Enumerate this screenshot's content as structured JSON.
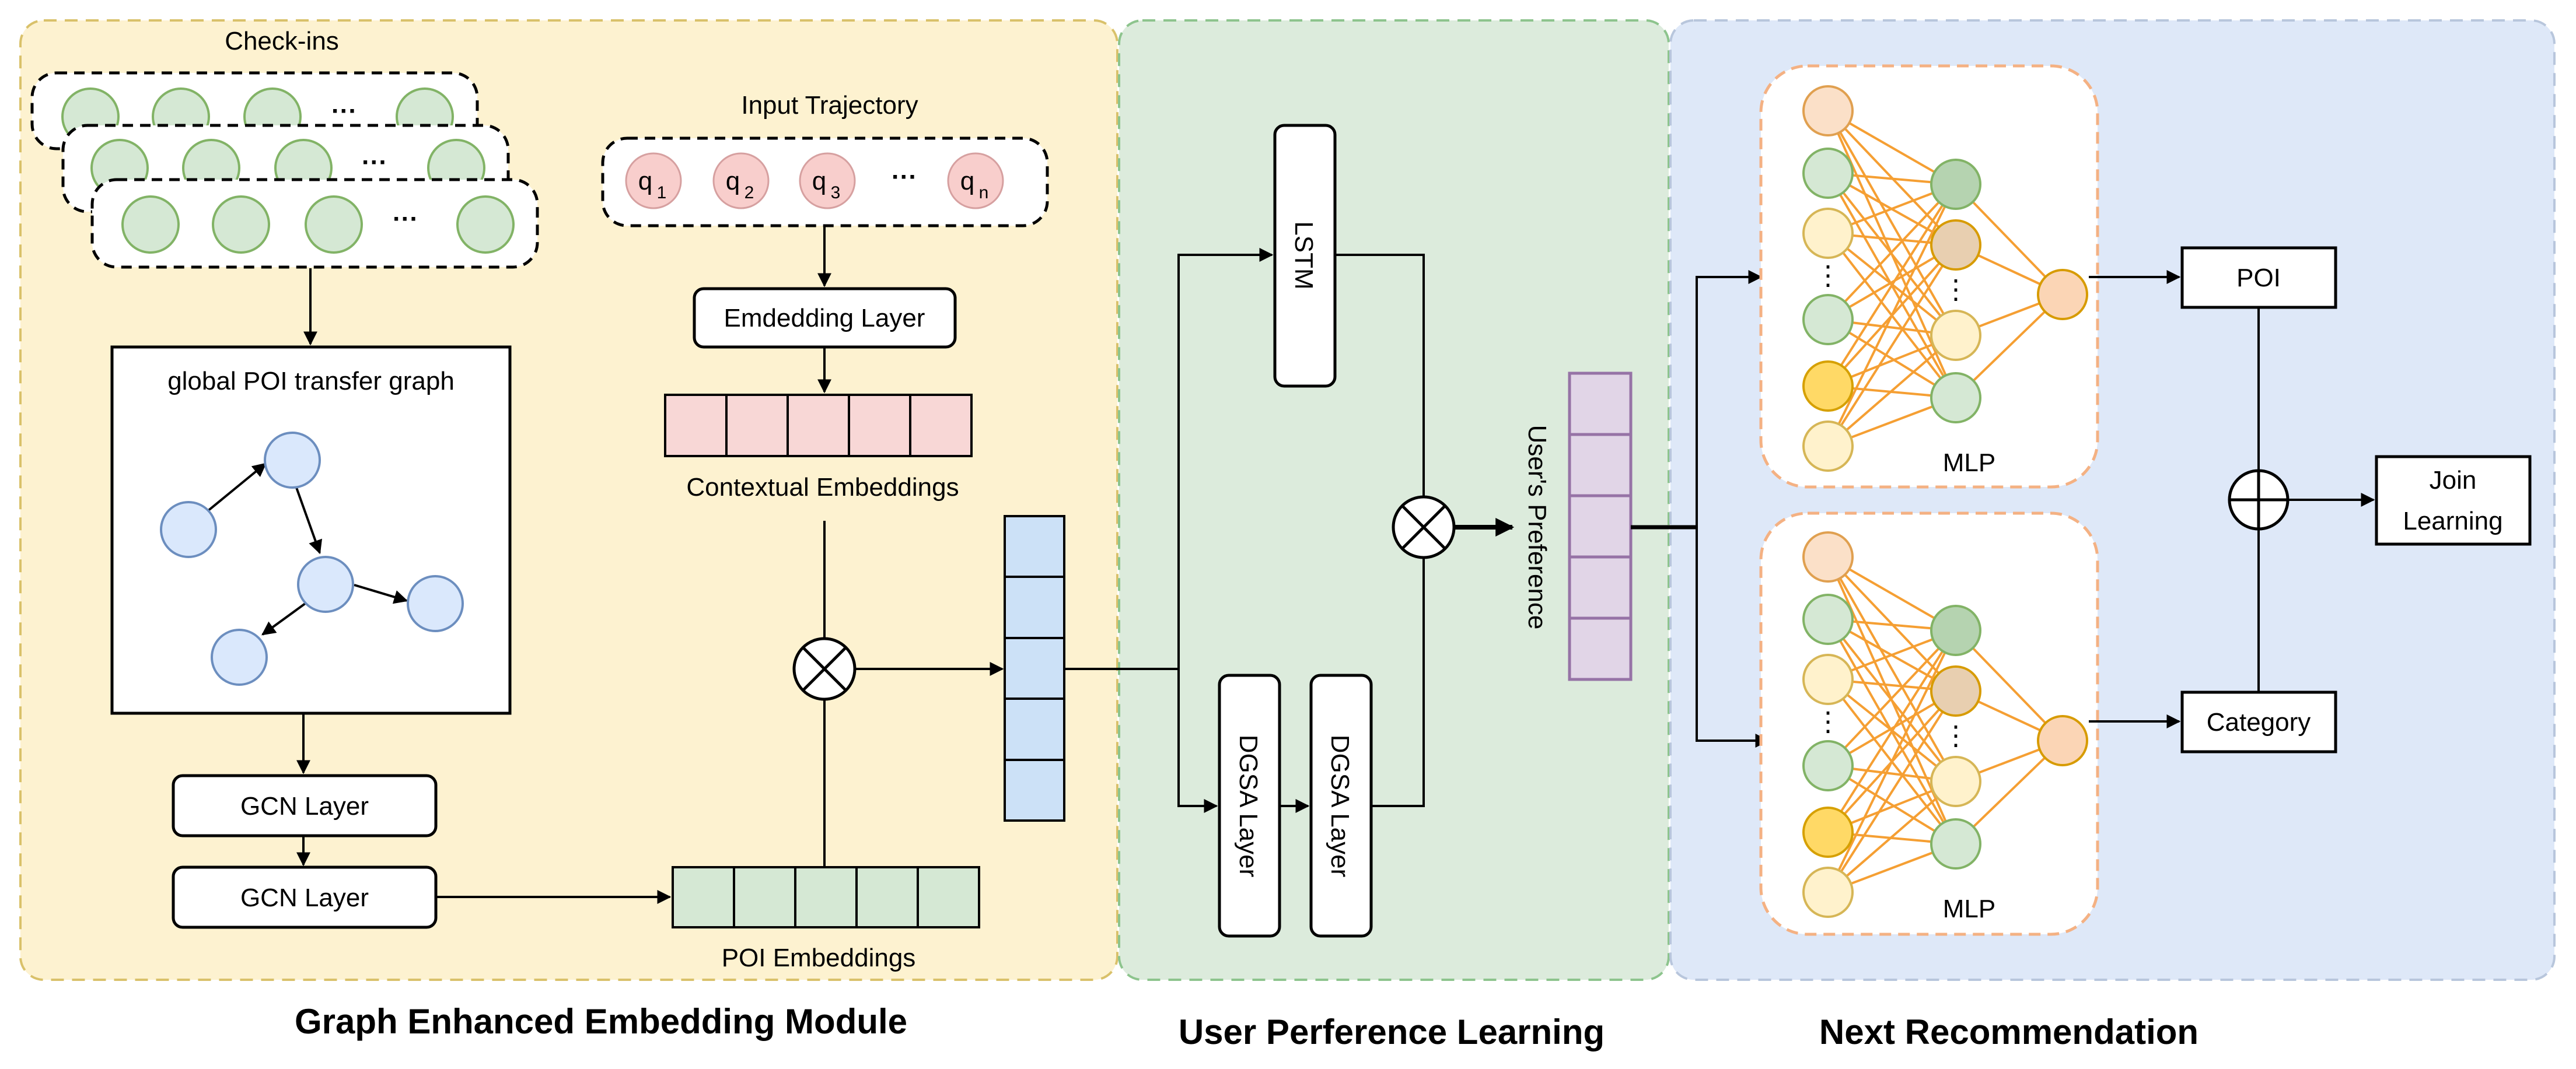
{
  "modules": {
    "graph": "Graph Enhanced Embedding Module",
    "user": "User Perference Learning",
    "next": "Next Recommendation"
  },
  "labels": {
    "checkins": "Check-ins",
    "global_graph": "global POI transfer graph",
    "gcn1": "GCN Layer",
    "gcn2": "GCN Layer",
    "input_traj": "Input Trajectory",
    "embedding_layer": "Emdedding Layer",
    "contextual_emb": "Contextual Embeddings",
    "poi_emb": "POI Embeddings",
    "lstm": "LSTM",
    "dgsa1": "DGSA Layer",
    "dgsa2": "DGSA Layer",
    "user_pref": "User's Preference",
    "mlp_top": "MLP",
    "mlp_bottom": "MLP",
    "out_poi": "POI",
    "out_category": "Category",
    "join_line1": "Join",
    "join_line2": "Learning",
    "ellipsis": "···",
    "vdots": "⋮"
  },
  "trajectory": {
    "tokens": [
      {
        "base": "q",
        "sub": "1"
      },
      {
        "base": "q",
        "sub": "2"
      },
      {
        "base": "q",
        "sub": "3"
      },
      {
        "base": "q",
        "sub": "n"
      }
    ]
  },
  "colors": {
    "module1_bg": "#fdf2d0",
    "module1_border": "#d9c16a",
    "module2_bg": "#dcebdc",
    "module2_border": "#8dc48d",
    "module3_bg": "#dee8f8",
    "module3_border": "#b8c6dc",
    "checkin_fill": "#d5e8d4",
    "checkin_stroke": "#82b366",
    "graph_node_fill": "#dae8fc",
    "graph_node_stroke": "#6c8ebf",
    "traj_fill": "#f8cecc",
    "traj_stroke": "#d6a0a0",
    "ctx_emb_fill": "#f8d7d6",
    "poi_emb_fill": "#d5e8d4",
    "combined_fill": "#cce1f7",
    "pref_fill": "#e1d5e7",
    "pref_stroke": "#9673a6",
    "mlp_border": "#f4b183",
    "mlp_edge": "#f59f33"
  }
}
